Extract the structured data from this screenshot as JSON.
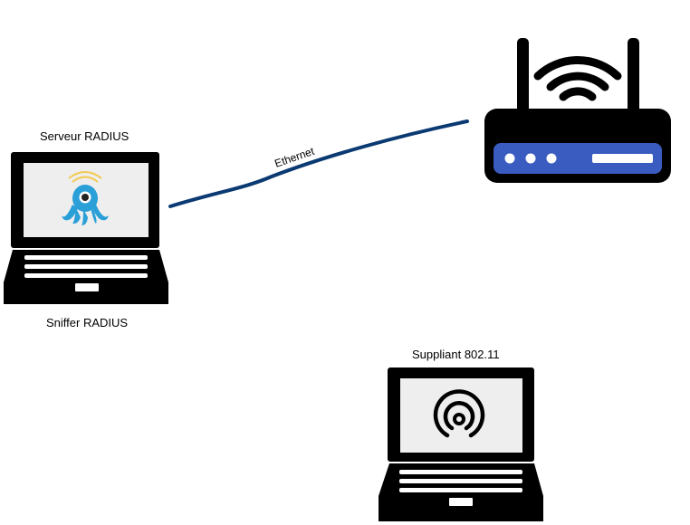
{
  "nodes": {
    "radius_server": {
      "label": "Serveur RADIUS",
      "icon": "octopus-sniffer-icon"
    },
    "radius_sniffer": {
      "label": "Sniffer RADIUS"
    },
    "supplicant": {
      "label": "Suppliant 802.11",
      "icon": "wifi-signal-icon"
    },
    "router": {
      "icon": "wifi-router-icon"
    }
  },
  "link": {
    "label": "Ethernet",
    "color": "#0b3a73"
  },
  "colors": {
    "laptop": "#000000",
    "screen": "#eeeeee",
    "octopus": "#2a9fd8",
    "radio_waves": "#f2c94c",
    "router_panel": "#3a5bc0"
  }
}
